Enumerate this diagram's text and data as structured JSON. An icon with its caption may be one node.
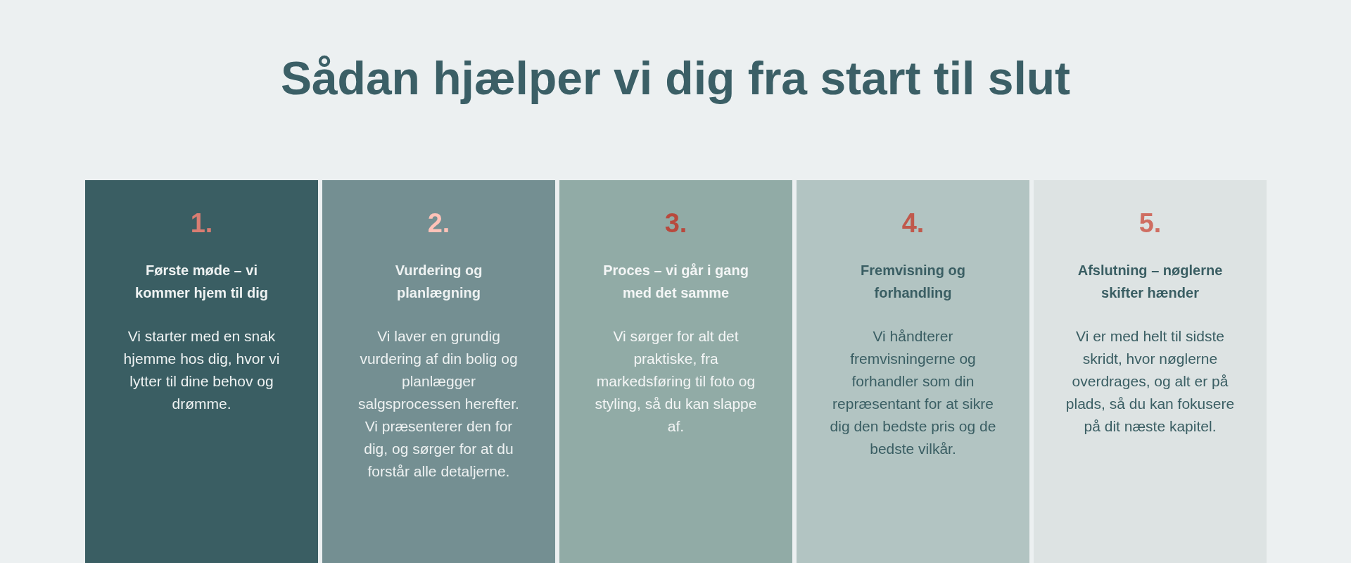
{
  "diagram": {
    "title": "Sådan hjælper vi dig fra start til slut",
    "nodes": [
      {
        "text": [
          "1.",
          "Første møde – vi kommer hjem til dig",
          "Vi starter med en snak hjemme hos dig, hvor vi lytter til dine behov og drømme."
        ]
      },
      {
        "text": [
          "2.",
          "Vurdering og planlægning",
          "Vi laver en grundig vurdering af din bolig og planlægger salgsprocessen herefter. Vi præsenterer den for dig, og sørger for at du forstår alle detaljerne."
        ]
      },
      {
        "text": [
          "3.",
          "Proces – vi går i gang med det samme",
          "Vi sørger for alt det praktiske, fra markedsføring til foto og styling, så du kan slappe af."
        ]
      },
      {
        "text": [
          "4.",
          "Fremvisning og forhandling",
          "Vi håndterer fremvisningerne og forhandler som din repræsentant for at sikre dig den bedste pris og de bedste vilkår."
        ]
      },
      {
        "text": [
          "5.",
          "Afslutning – nøglerne skifter hænder",
          "Vi er med helt til sidste skridt, hvor nøglerne overdrages, og alt er på plads, så du kan fokusere på dit næste kapitel."
        ]
      }
    ]
  }
}
